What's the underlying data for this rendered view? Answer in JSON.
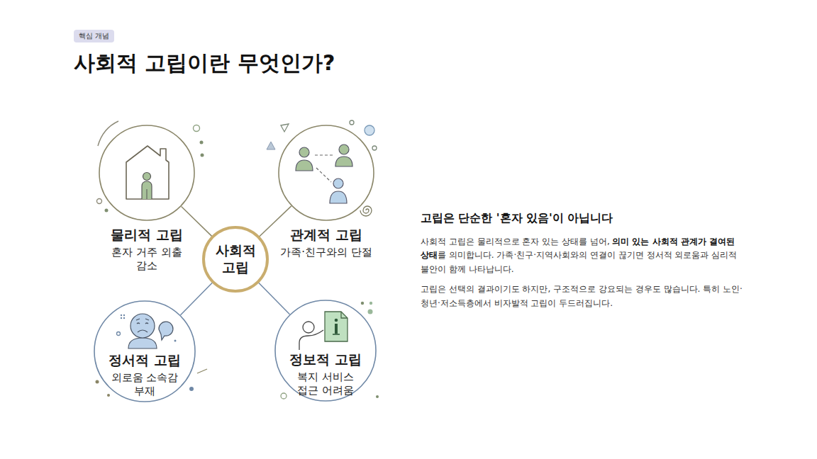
{
  "diagram": {
    "title": "사회적 고립이란 무엇인가?",
    "nodes": [
      {
        "text": [
          "핵심 개념"
        ]
      },
      {
        "text": [
          "물리적 고립",
          "혼자 거주 외출 감소"
        ]
      },
      {
        "text": [
          "관계적 고립",
          "가족·친구와의 단절"
        ]
      },
      {
        "text": [
          "사회적 고립"
        ]
      },
      {
        "text": [
          "정서적 고립",
          "외로움 소속감 부재"
        ]
      },
      {
        "text": [
          "정보적 고립",
          "복지 서비스 접근 어려움"
        ]
      }
    ],
    "edges": [
      {
        "from": 3,
        "to": 1,
        "arrow": "none"
      },
      {
        "from": 3,
        "to": 2,
        "arrow": "none"
      },
      {
        "from": 3,
        "to": 4,
        "arrow": "none"
      },
      {
        "from": 3,
        "to": 5,
        "arrow": "none"
      }
    ],
    "labels": [
      "고립은 단순한 '혼자 있음'이 아닙니다",
      "사회적 고립은 물리적으로 혼자 있는 상태를 넘어,",
      "의미 있는 사회적 관계가 결여된 상태",
      "를 의미합니다. 가족·친구·지역사회와의 연결이 끊기면 정서적 외로움과 심리적 불안이 함께 나타납니다.",
      "고립은 선택의 결과이기도 하지만, 구조적으로 강요되는 경우도 많습니다. 특히 노인·청년·저소득층에서 비자발적 고립이 두드러집니다."
    ]
  }
}
